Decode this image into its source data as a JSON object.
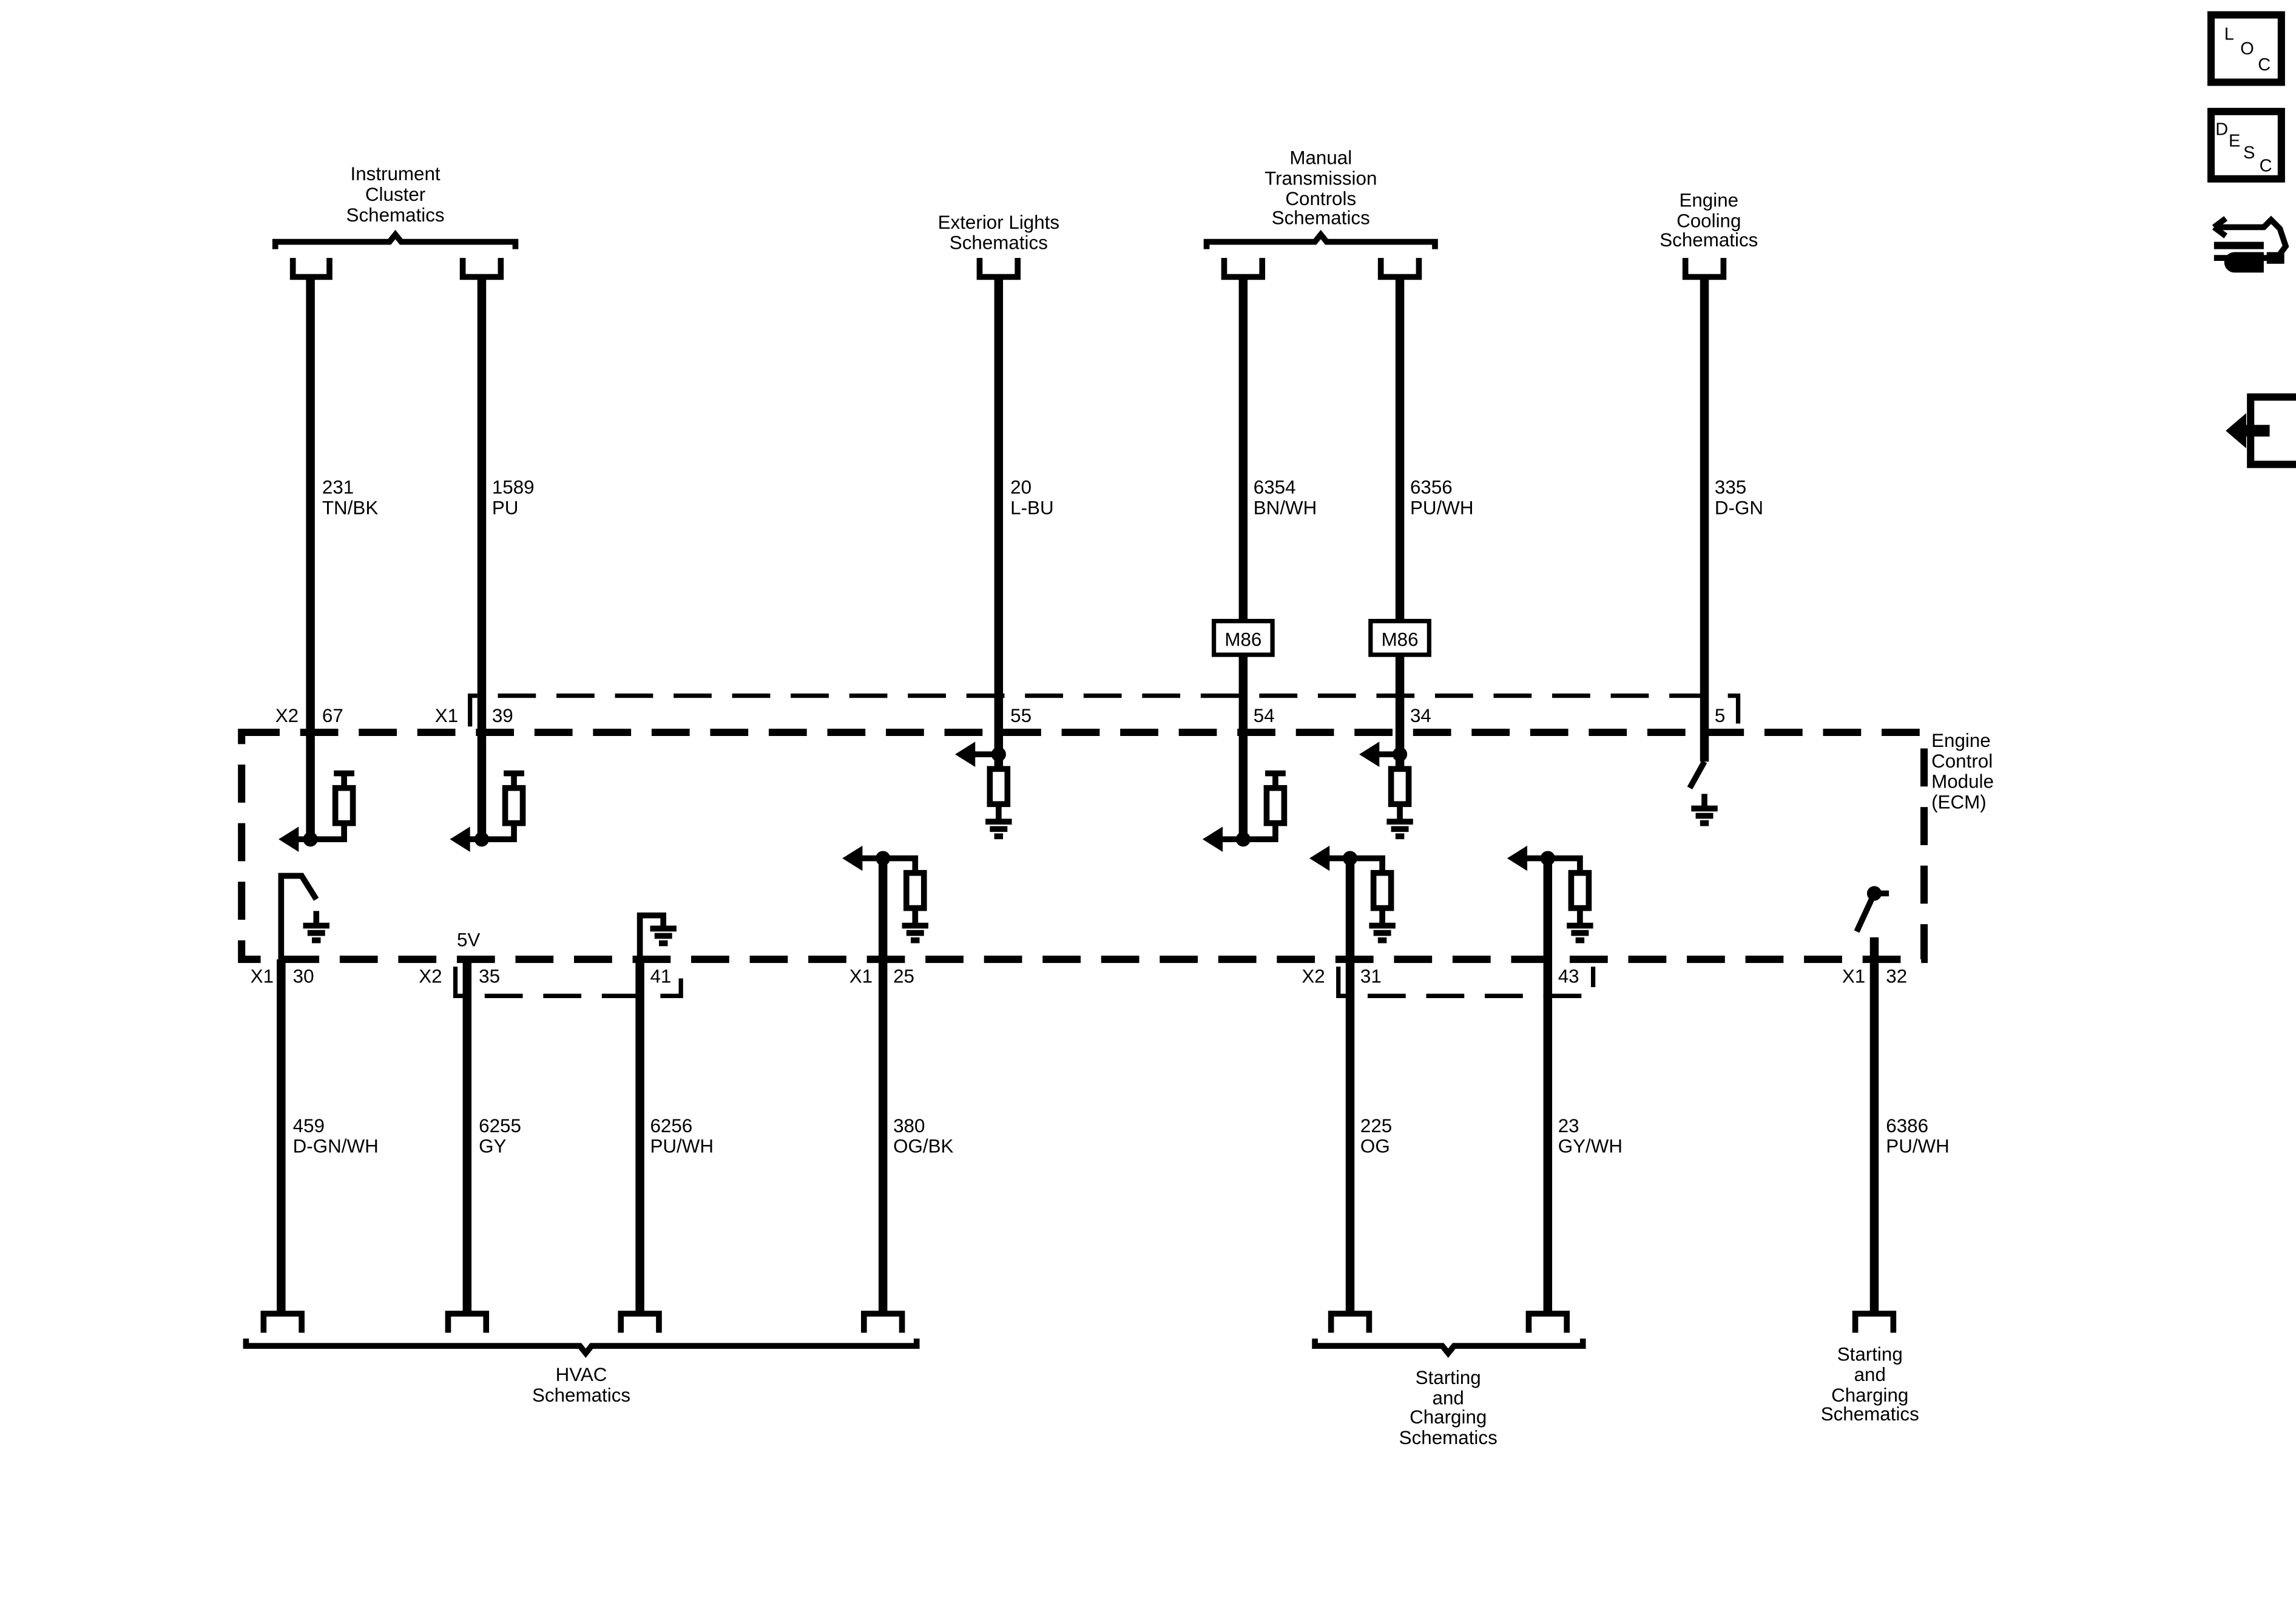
{
  "icons": [
    {
      "name": "loc-icon",
      "letters": [
        "L",
        "O",
        "C"
      ]
    },
    {
      "name": "desc-icon",
      "letters": [
        "D",
        "E",
        "S",
        "C"
      ]
    },
    {
      "name": "diagnostic-connector-icon"
    },
    {
      "name": "back-arrow-icon"
    }
  ],
  "labels": {
    "instrument_cluster": [
      "Instrument",
      "Cluster",
      "Schematics"
    ],
    "exterior_lights": [
      "Exterior Lights",
      "Schematics"
    ],
    "manual_transmission": [
      "Manual",
      "Transmission",
      "Controls",
      "Schematics"
    ],
    "engine_cooling": [
      "Engine",
      "Cooling",
      "Schematics"
    ],
    "ecm": [
      "Engine",
      "Control",
      "Module",
      "(ECM)"
    ],
    "hvac": [
      "HVAC",
      "Schematics"
    ],
    "starting_charging_1": [
      "Starting",
      "and",
      "Charging",
      "Schematics"
    ],
    "starting_charging_2": [
      "Starting",
      "and",
      "Charging",
      "Schematics"
    ]
  },
  "upper_wires": [
    {
      "connector": "X2",
      "pin": "67",
      "circuit": "231",
      "color": "TN/BK"
    },
    {
      "connector": "X1",
      "pin": "39",
      "circuit": "1589",
      "color": "PU"
    },
    {
      "connector": "",
      "pin": "55",
      "circuit": "20",
      "color": "L-BU"
    },
    {
      "connector": "",
      "pin": "54",
      "circuit": "6354",
      "color": "BN/WH",
      "inline": "M86"
    },
    {
      "connector": "",
      "pin": "34",
      "circuit": "6356",
      "color": "PU/WH",
      "inline": "M86"
    },
    {
      "connector": "",
      "pin": "5",
      "circuit": "335",
      "color": "D-GN"
    }
  ],
  "lower_wires": [
    {
      "connector": "X1",
      "pin": "30",
      "circuit": "459",
      "color": "D-GN/WH"
    },
    {
      "connector": "X2",
      "pin": "35",
      "circuit": "6255",
      "color": "GY",
      "supply": "5V"
    },
    {
      "connector": "",
      "pin": "41",
      "circuit": "6256",
      "color": "PU/WH"
    },
    {
      "connector": "X1",
      "pin": "25",
      "circuit": "380",
      "color": "OG/BK"
    },
    {
      "connector": "X2",
      "pin": "31",
      "circuit": "225",
      "color": "OG"
    },
    {
      "connector": "",
      "pin": "43",
      "circuit": "23",
      "color": "GY/WH"
    },
    {
      "connector": "X1",
      "pin": "32",
      "circuit": "6386",
      "color": "PU/WH"
    }
  ]
}
